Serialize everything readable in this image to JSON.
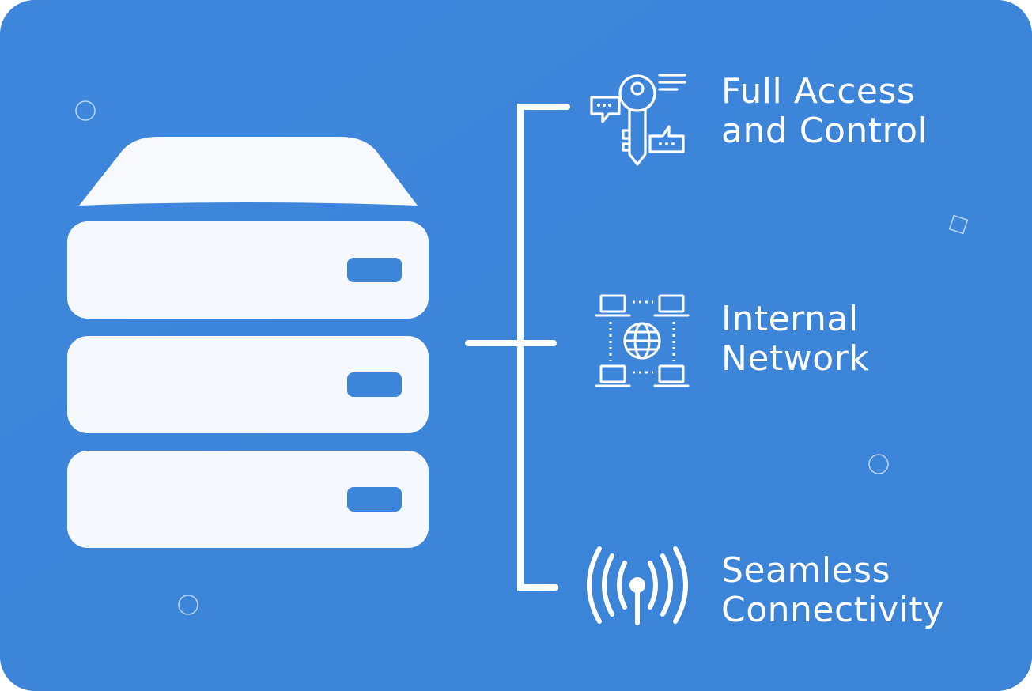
{
  "colors": {
    "background": "#3d85d8",
    "server_fill": "#f7f9fd",
    "server_slot": "#3d85d8",
    "line": "#ffffff",
    "text": "#ffffff"
  },
  "server": {
    "units": 3
  },
  "features": [
    {
      "icon": "key-chat-icon",
      "line1": "Full Access",
      "line2": "and Control"
    },
    {
      "icon": "network-globe-icon",
      "line1": "Internal",
      "line2": "Network"
    },
    {
      "icon": "broadcast-antenna-icon",
      "line1": "Seamless",
      "line2": "Connectivity"
    }
  ]
}
